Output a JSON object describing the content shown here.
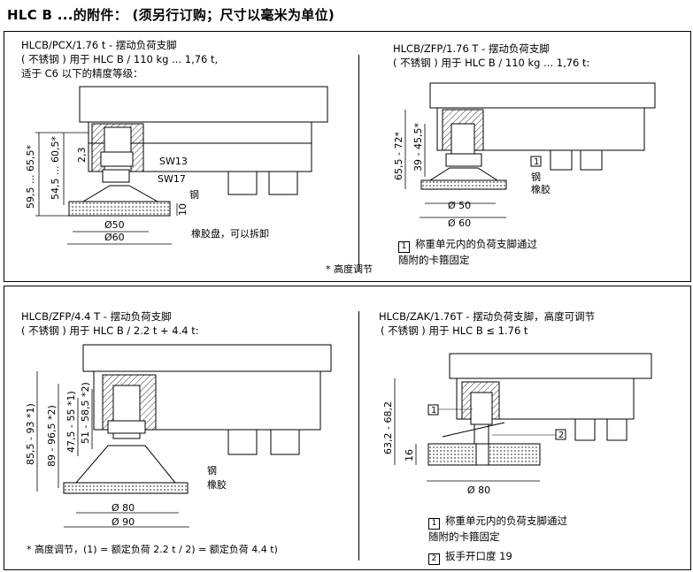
{
  "title": "HLC B ...的附件： (须另行订购；尺寸以毫米为单位)",
  "panels": [
    {
      "id": "pcx",
      "heading": "HLCB/PCX/1.76 t - 摆动负荷支脚",
      "line2": "( 不锈钢 ) 用于 HLC B / 110 kg ... 1,76 t,",
      "line3": "适于 C6 以下的精度等级：",
      "dims": [
        "59,5 ... 65,5*",
        "54,5 ... 60,5*",
        "2,3",
        "10",
        "Ø50",
        "Ø60"
      ],
      "labels": [
        "SW13",
        "SW17",
        "钢",
        "橡胶盘，可以拆卸"
      ],
      "footnote": "* 高度调节"
    },
    {
      "id": "zfp176",
      "heading": "HLCB/ZFP/1.76 T - 摆动负荷支脚",
      "line2": "( 不锈钢 ) 用于 HLC B / 110 kg ... 1,76 t:",
      "dims": [
        "65,5 - 72*",
        "39 - 45,5*",
        "Ø 50",
        "Ø 60"
      ],
      "labels": [
        "1",
        "钢",
        "橡胶"
      ],
      "note_num": "1",
      "note": "称重单元内的负荷支脚通过\n随附的卡箍固定"
    },
    {
      "id": "zfp44",
      "heading": "HLCB/ZFP/4.4 T - 摆动负荷支脚",
      "line2": "( 不锈钢 ) 用于 HLC B / 2.2 t + 4.4 t:",
      "dims": [
        "85,5 - 93 *1)",
        "89 - 96,5 *2)",
        "47,5 - 55 *1)",
        "51 - 58,5 *2)",
        "Ø 80",
        "Ø 90"
      ],
      "labels": [
        "钢",
        "橡胶"
      ],
      "footnote": "* 高度调节，(1) = 额定负荷 2.2 t / 2) = 额定负荷 4.4 t)"
    },
    {
      "id": "zak",
      "heading": "HLCB/ZAK/1.76T - 摆动负荷支脚，高度可调节",
      "line2": "( 不锈钢 ) 用于 HLC B ≤ 1.76 t",
      "dims": [
        "63,2 - 68,2",
        "16",
        "Ø 80"
      ],
      "labels": [
        "1",
        "2"
      ],
      "notes": [
        {
          "num": "1",
          "text": "称重单元内的负荷支脚通过\n随附的卡箍固定"
        },
        {
          "num": "2",
          "text": "扳手开口度 19"
        }
      ]
    }
  ]
}
